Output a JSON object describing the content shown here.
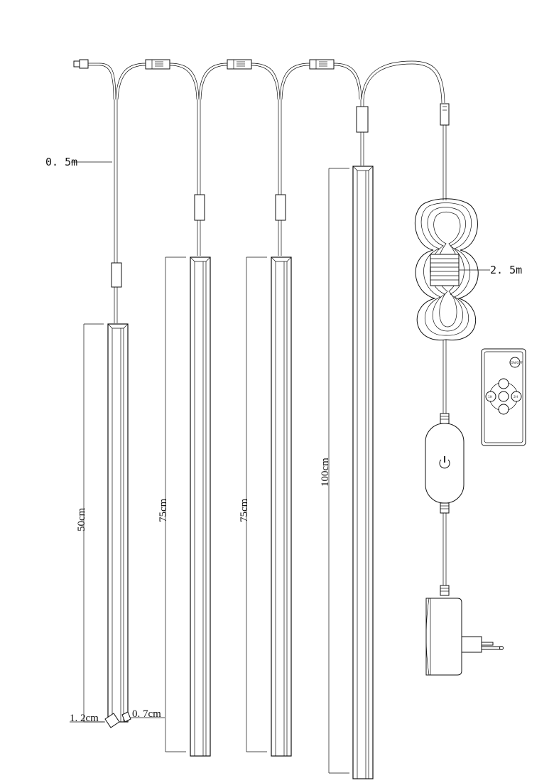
{
  "labels": {
    "cable_length": "0. 5m",
    "coil_length": "2. 5m",
    "bar_width": "1. 2cm",
    "bar_depth": "0. 7cm"
  },
  "bars": [
    {
      "length_label": "50cm"
    },
    {
      "length_label": "75cm"
    },
    {
      "length_label": "75cm"
    },
    {
      "length_label": "100cm"
    }
  ],
  "remote": {
    "on_off": "ON/OFF",
    "timer_left": "1H",
    "timer_right": "2H"
  },
  "icons": [
    "connector-icon",
    "power-icon",
    "plug-icon",
    "remote-icon",
    "coil-icon"
  ]
}
